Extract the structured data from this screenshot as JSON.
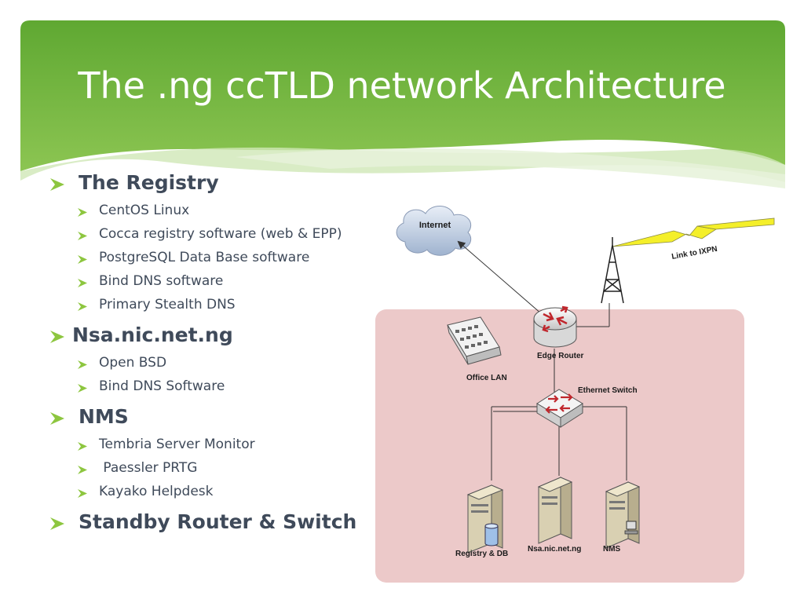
{
  "slide": {
    "title": "The .ng ccTLD network Architecture"
  },
  "bullets": [
    {
      "label": "The Registry",
      "items": [
        "CentOS Linux",
        "Cocca registry software (web & EPP)",
        "PostgreSQL Data Base software",
        "Bind DNS software",
        "Primary Stealth DNS"
      ]
    },
    {
      "label": "Nsa.nic.net.ng",
      "items": [
        "Open BSD",
        "Bind DNS Software"
      ]
    },
    {
      "label": "NMS",
      "items": [
        "Tembria Server Monitor",
        " Paessler PRTG",
        "Kayako Helpdesk"
      ]
    },
    {
      "label": "Standby Router & Switch",
      "items": []
    }
  ],
  "diagram": {
    "internet": "Internet",
    "ixpn_link": "Link to IXPN",
    "edge_router": "Edge Router",
    "office_lan": "Office LAN",
    "ethernet_switch": "Ethernet Switch",
    "registry_db": "Registry & DB",
    "nsa_server": "Nsa.nic.net.ng",
    "nms_server": "NMS"
  },
  "colors": {
    "banner_green": "#6cb33a",
    "bullet_arrow": "#8dc63f",
    "text": "#3f4a5a",
    "network_zone": "#ecc9c9"
  }
}
